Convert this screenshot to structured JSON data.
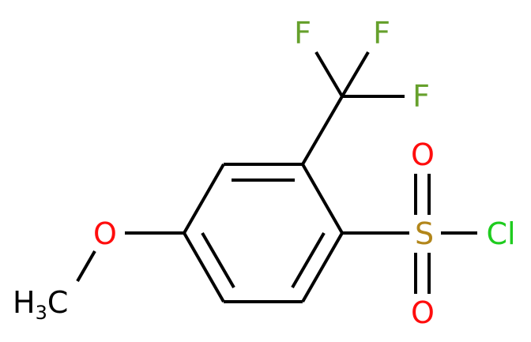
{
  "molecule": {
    "atoms": {
      "F1": {
        "label": "F",
        "color": "#66a02c"
      },
      "F2": {
        "label": "F",
        "color": "#66a02c"
      },
      "F3": {
        "label": "F",
        "color": "#66a02c"
      },
      "O_upper": {
        "label": "O",
        "color": "#ff0d0d"
      },
      "O_lower": {
        "label": "O",
        "color": "#ff0d0d"
      },
      "S": {
        "label": "S",
        "color": "#b2861a"
      },
      "Cl": {
        "label": "Cl",
        "color": "#1fcc1f"
      },
      "O_methoxy": {
        "label": "O",
        "color": "#ff0d0d"
      },
      "CH3": {
        "label": "H",
        "sub": "3",
        "label2": "C",
        "color": "#000000"
      }
    }
  }
}
